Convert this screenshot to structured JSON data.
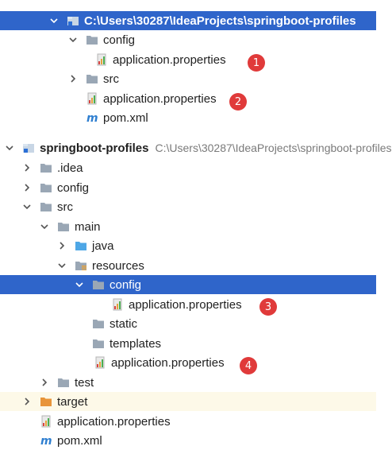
{
  "top_tree": {
    "root_label": "C:\\Users\\30287\\IdeaProjects\\springboot-profiles",
    "config_label": "config",
    "config_props": "application.properties",
    "src_label": "src",
    "root_props": "application.properties",
    "pom_label": "pom.xml"
  },
  "bottom_tree": {
    "project_name": "springboot-profiles",
    "project_path": "C:\\Users\\30287\\IdeaProjects\\springboot-profiles",
    "idea_label": ".idea",
    "config_label": "config",
    "src_label": "src",
    "main_label": "main",
    "java_label": "java",
    "resources_label": "resources",
    "res_config_label": "config",
    "res_config_props": "application.properties",
    "static_label": "static",
    "templates_label": "templates",
    "res_props": "application.properties",
    "test_label": "test",
    "target_label": "target",
    "root_props": "application.properties",
    "pom_label": "pom.xml"
  },
  "badges": {
    "b1": "1",
    "b2": "2",
    "b3": "3",
    "b4": "4"
  },
  "colors": {
    "selection": "#2f65ca",
    "badge": "#e03a3a",
    "folder": "#9aa7b5",
    "target_folder": "#e8953a",
    "java_folder": "#4ea7e6"
  }
}
